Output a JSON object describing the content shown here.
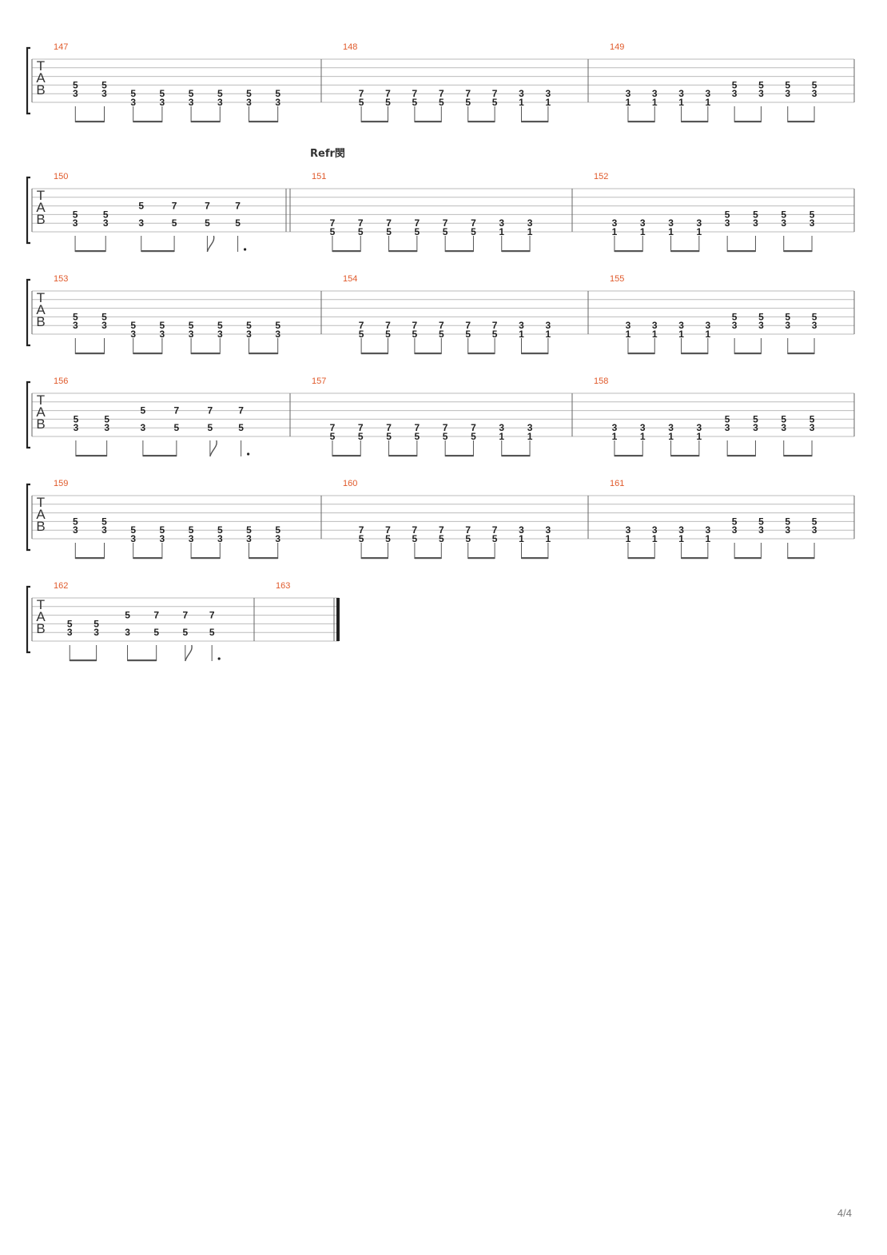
{
  "colors": {
    "ink": "#222222",
    "line": "#bbbbbb",
    "bar": "#666666",
    "beam": "#555555",
    "measure_number": "#e05a2b"
  },
  "section_label": {
    "text": "Refr閔",
    "measure": "151"
  },
  "page_number": "4/4",
  "tab_clef": [
    "T",
    "A",
    "B"
  ],
  "systems": [
    {
      "measures": [
        {
          "number": "147",
          "notes": [
            [
              "5",
              "3"
            ],
            [
              "5",
              "3"
            ],
            [
              "5",
              "3"
            ],
            [
              "5",
              "3"
            ],
            [
              "5",
              "3"
            ],
            [
              "5",
              "3"
            ],
            [
              "5",
              "3"
            ],
            [
              "5",
              "3"
            ]
          ]
        },
        {
          "number": "148",
          "notes": [
            [
              "7",
              "5"
            ],
            [
              "7",
              "5"
            ],
            [
              "7",
              "5"
            ],
            [
              "7",
              "5"
            ],
            [
              "7",
              "5"
            ],
            [
              "7",
              "5"
            ],
            [
              "3",
              "1"
            ],
            [
              "3",
              "1"
            ]
          ]
        },
        {
          "number": "149",
          "notes": [
            [
              "3",
              "1"
            ],
            [
              "3",
              "1"
            ],
            [
              "3",
              "1"
            ],
            [
              "3",
              "1"
            ],
            [
              "5",
              "3"
            ],
            [
              "5",
              "3"
            ],
            [
              "5",
              "3"
            ],
            [
              "5",
              "3"
            ]
          ]
        }
      ]
    },
    {
      "measures": [
        {
          "number": "150",
          "notes": [
            [
              "5",
              "3"
            ],
            [
              "5",
              "3"
            ],
            [
              "5",
              "3"
            ],
            [
              "7",
              "5"
            ],
            [
              "7",
              "5"
            ],
            [
              "7",
              "5"
            ]
          ],
          "pattern": "ending"
        },
        {
          "number": "151",
          "notes": [
            [
              "7",
              "5"
            ],
            [
              "7",
              "5"
            ],
            [
              "7",
              "5"
            ],
            [
              "7",
              "5"
            ],
            [
              "7",
              "5"
            ],
            [
              "7",
              "5"
            ],
            [
              "3",
              "1"
            ],
            [
              "3",
              "1"
            ]
          ]
        },
        {
          "number": "152",
          "notes": [
            [
              "3",
              "1"
            ],
            [
              "3",
              "1"
            ],
            [
              "3",
              "1"
            ],
            [
              "3",
              "1"
            ],
            [
              "5",
              "3"
            ],
            [
              "5",
              "3"
            ],
            [
              "5",
              "3"
            ],
            [
              "5",
              "3"
            ]
          ]
        }
      ]
    },
    {
      "measures": [
        {
          "number": "153",
          "notes": [
            [
              "5",
              "3"
            ],
            [
              "5",
              "3"
            ],
            [
              "5",
              "3"
            ],
            [
              "5",
              "3"
            ],
            [
              "5",
              "3"
            ],
            [
              "5",
              "3"
            ],
            [
              "5",
              "3"
            ],
            [
              "5",
              "3"
            ]
          ]
        },
        {
          "number": "154",
          "notes": [
            [
              "7",
              "5"
            ],
            [
              "7",
              "5"
            ],
            [
              "7",
              "5"
            ],
            [
              "7",
              "5"
            ],
            [
              "7",
              "5"
            ],
            [
              "7",
              "5"
            ],
            [
              "3",
              "1"
            ],
            [
              "3",
              "1"
            ]
          ]
        },
        {
          "number": "155",
          "notes": [
            [
              "3",
              "1"
            ],
            [
              "3",
              "1"
            ],
            [
              "3",
              "1"
            ],
            [
              "3",
              "1"
            ],
            [
              "5",
              "3"
            ],
            [
              "5",
              "3"
            ],
            [
              "5",
              "3"
            ],
            [
              "5",
              "3"
            ]
          ]
        }
      ]
    },
    {
      "measures": [
        {
          "number": "156",
          "notes": [
            [
              "5",
              "3"
            ],
            [
              "5",
              "3"
            ],
            [
              "5",
              "3"
            ],
            [
              "7",
              "5"
            ],
            [
              "7",
              "5"
            ],
            [
              "7",
              "5"
            ]
          ],
          "pattern": "ending"
        },
        {
          "number": "157",
          "notes": [
            [
              "7",
              "5"
            ],
            [
              "7",
              "5"
            ],
            [
              "7",
              "5"
            ],
            [
              "7",
              "5"
            ],
            [
              "7",
              "5"
            ],
            [
              "7",
              "5"
            ],
            [
              "3",
              "1"
            ],
            [
              "3",
              "1"
            ]
          ]
        },
        {
          "number": "158",
          "notes": [
            [
              "3",
              "1"
            ],
            [
              "3",
              "1"
            ],
            [
              "3",
              "1"
            ],
            [
              "3",
              "1"
            ],
            [
              "5",
              "3"
            ],
            [
              "5",
              "3"
            ],
            [
              "5",
              "3"
            ],
            [
              "5",
              "3"
            ]
          ]
        }
      ]
    },
    {
      "measures": [
        {
          "number": "159",
          "notes": [
            [
              "5",
              "3"
            ],
            [
              "5",
              "3"
            ],
            [
              "5",
              "3"
            ],
            [
              "5",
              "3"
            ],
            [
              "5",
              "3"
            ],
            [
              "5",
              "3"
            ],
            [
              "5",
              "3"
            ],
            [
              "5",
              "3"
            ]
          ]
        },
        {
          "number": "160",
          "notes": [
            [
              "7",
              "5"
            ],
            [
              "7",
              "5"
            ],
            [
              "7",
              "5"
            ],
            [
              "7",
              "5"
            ],
            [
              "7",
              "5"
            ],
            [
              "7",
              "5"
            ],
            [
              "3",
              "1"
            ],
            [
              "3",
              "1"
            ]
          ]
        },
        {
          "number": "161",
          "notes": [
            [
              "3",
              "1"
            ],
            [
              "3",
              "1"
            ],
            [
              "3",
              "1"
            ],
            [
              "3",
              "1"
            ],
            [
              "5",
              "3"
            ],
            [
              "5",
              "3"
            ],
            [
              "5",
              "3"
            ],
            [
              "5",
              "3"
            ]
          ]
        }
      ]
    },
    {
      "measures": [
        {
          "number": "162",
          "notes": [
            [
              "5",
              "3"
            ],
            [
              "5",
              "3"
            ],
            [
              "5",
              "3"
            ],
            [
              "7",
              "5"
            ],
            [
              "7",
              "5"
            ],
            [
              "7",
              "5"
            ]
          ],
          "pattern": "ending"
        },
        {
          "number": "163",
          "notes": []
        }
      ],
      "final": true
    }
  ]
}
